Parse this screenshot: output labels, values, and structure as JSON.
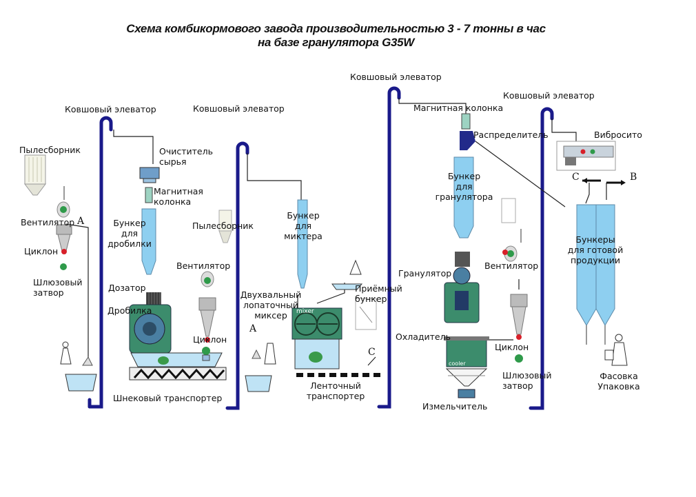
{
  "title": {
    "line1": "Схема комбикормового завода производительностью 3 - 7 тонны в час",
    "line2": "на базе гранулятора G35W"
  },
  "labels": {
    "elevator1": "Ковшовый элеватор",
    "elevator2": "Ковшовый элеватор",
    "elevator3": "Ковшовый элеватор",
    "elevator4": "Ковшовый элеватор",
    "dust_collector1": "Пылесборник",
    "dust_collector2": "Пылесборник",
    "fan1": "Вентилятор",
    "fan2": "Вентилятор",
    "fan3": "Вентилятор",
    "cyclone1": "Циклон",
    "cyclone2": "Циклон",
    "cyclone3": "Циклон",
    "airlock1": "Шлюзовый\nзатвор",
    "airlock2": "Шлюзовый\nзатвор",
    "cleaner": "Очиститель\nсырья",
    "magnet1": "Магнитная\nколонка",
    "magnet2": "Магнитная колонка",
    "crusher_bin": "Бункер\nдля\nдробилки",
    "feeder": "Дозатор",
    "crusher": "Дробилка",
    "screw_conveyor": "Шнековый транспортер",
    "mixer_bin": "Бункер\nдля\nмиктера",
    "mixer": "Двухвальный\nлопаточный\nмиксер",
    "receiving_bin": "Приёмный\nбункер",
    "belt_conveyor": "Ленточный\nтранспортер",
    "distributor": "Распределитель",
    "pellet_bin": "Бункер\nдля\nгранулятора",
    "pelletizer": "Гранулятор",
    "cooler": "Охладитель",
    "grinder": "Измельчитель",
    "vibro_sieve": "Вибросито",
    "product_bins": "Бункеры\nдля готовой\nпродукции",
    "packing": "Фасовка\nУпаковка"
  },
  "markers": {
    "a1": "A",
    "a2": "A",
    "c1": "C",
    "c2": "C",
    "b1": "B",
    "mixer_text": "mixer",
    "cooler_text": "cooler"
  },
  "colors": {
    "elevator": "#1a1a8a",
    "bin": "#8ecff0",
    "machine_green": "#3c8c6c",
    "fan_green": "#2f9a4a",
    "red": "#d8202a"
  }
}
